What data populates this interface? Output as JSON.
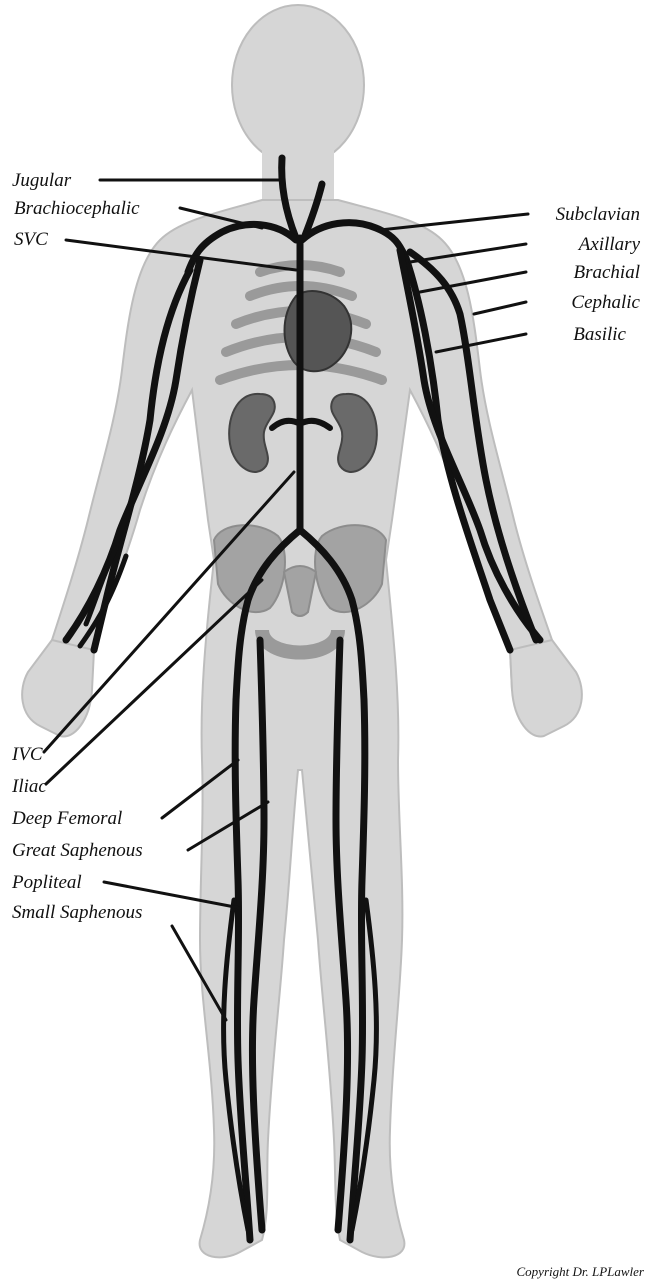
{
  "labels": {
    "jugular": "Jugular",
    "brachiocephalic": "Brachiocephalic",
    "svc": "SVC",
    "subclavian": "Subclavian",
    "axillary": "Axillary",
    "brachial": "Brachial",
    "cephalic": "Cephalic",
    "basilic": "Basilic",
    "ivc": "IVC",
    "iliac": "Iliac",
    "deep_femoral": "Deep Femoral",
    "great_saphenous": "Great Saphenous",
    "popliteal": "Popliteal",
    "small_saphenous": "Small Saphenous"
  },
  "copyright": "Copyright Dr. LPLawler",
  "colors": {
    "body": "#d6d6d6",
    "body_outline": "#bdbdbd",
    "vein": "#111111",
    "ribs": "#9a9a9a",
    "heart": "#555555",
    "kidney": "#6a6a6a",
    "pelvis": "#9e9e9e",
    "leader": "#111111"
  }
}
